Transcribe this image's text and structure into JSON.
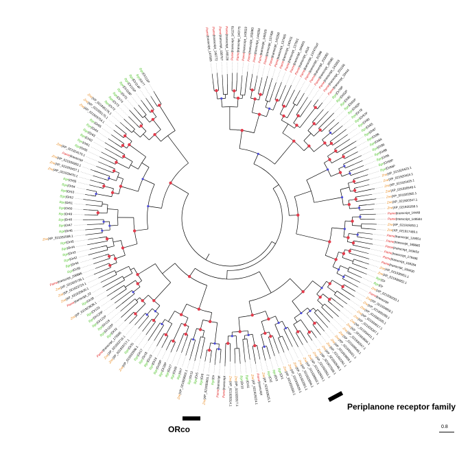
{
  "colors": {
    "pame": "#e02020",
    "zne": "#e8891e",
    "bge": "#5cc83a",
    "other": "#000000",
    "branch": "#000000",
    "node_red": "#e33b4b",
    "node_blue": "#4a4ad8"
  },
  "annotations": {
    "periplanone": "Periplanone receptor family",
    "orco": "ORco"
  },
  "scale": {
    "label": "0.8"
  },
  "tree": {
    "leaves": [
      {
        "sp": "Pame",
        "txt": "|transcript_147565"
      },
      {
        "sp": "Pame",
        "txt": "|transcript_140772"
      },
      {
        "sp": "Pame",
        "txt": "|transcript_158767"
      },
      {
        "sp": "Pame",
        "txt": "|transcript_149128"
      },
      {
        "sp": "Pame",
        "txt": "|transcript_141278"
      },
      {
        "sp": "Pame",
        "txt": "|transcript_140775"
      },
      {
        "sp": "Pame",
        "txt": "|transcript_143622"
      },
      {
        "sp": "Pame",
        "txt": "|transcript_153083"
      },
      {
        "sp": "Pame",
        "txt": "|transcript_144293"
      },
      {
        "sp": "Pame",
        "txt": "|transcript_145029"
      },
      {
        "sp": "Pame",
        "txt": "|transcript_137490"
      },
      {
        "sp": "Pame",
        "txt": "|transcript_143258"
      },
      {
        "sp": "Pame",
        "txt": "|transcript_137455"
      },
      {
        "sp": "Pame",
        "txt": "|transcript_140411"
      },
      {
        "sp": "Pame",
        "txt": "|transcript_137501"
      },
      {
        "sp": "Pame",
        "txt": "|transcript_164831"
      },
      {
        "sp": "Pame",
        "txt": "|transcript_4624"
      },
      {
        "sp": "Pame",
        "txt": "|transcript_137470orf"
      },
      {
        "sp": "Pame",
        "txt": "|transcript_31566"
      },
      {
        "sp": "Pame",
        "txt": "|transcript_203082"
      },
      {
        "sp": "Pame",
        "txt": "|transcript_35580"
      },
      {
        "sp": "Pame",
        "txt": "|transcript_242003"
      },
      {
        "sp": "Pame",
        "txt": "|transcript_201156"
      },
      {
        "sp": "Pame",
        "txt": "|transcript_33444"
      },
      {
        "sp": "Bge",
        "txt": "|Or76P"
      },
      {
        "sp": "Bge",
        "txt": "|Or82P"
      },
      {
        "sp": "Bge",
        "txt": "|Or80"
      },
      {
        "sp": "Bge",
        "txt": "|Or81P"
      },
      {
        "sp": "Bge",
        "txt": "|Or82P"
      },
      {
        "sp": "Bge",
        "txt": "|Or78"
      },
      {
        "sp": "Bge",
        "txt": "|Or97P"
      },
      {
        "sp": "Bge",
        "txt": "|Or90"
      },
      {
        "sp": "Bge",
        "txt": "|Or85"
      },
      {
        "sp": "Bge",
        "txt": "|Or87"
      },
      {
        "sp": "Bge",
        "txt": "|Or86"
      },
      {
        "sp": "Bge",
        "txt": "|Or84"
      },
      {
        "sp": "Bge",
        "txt": "|Or89"
      },
      {
        "sp": "Bge",
        "txt": "|Or88"
      },
      {
        "sp": "Bge",
        "txt": "|Or95"
      },
      {
        "sp": "Bge",
        "txt": "|Or93P"
      },
      {
        "sp": "Bge",
        "txt": "|Or94P"
      },
      {
        "sp": "Zne",
        "txt": "|XP_021920423.1"
      },
      {
        "sp": "Zne",
        "txt": "|XP_021920424.1"
      },
      {
        "sp": "Zne",
        "txt": "|XP_021920425.1"
      },
      {
        "sp": "Zne",
        "txt": "|XP_021920548.1"
      },
      {
        "sp": "Zne",
        "txt": "|XP_021920365.1"
      },
      {
        "sp": "Zne",
        "txt": "|XP_021920347.1"
      },
      {
        "sp": "Zne",
        "txt": "|XP_021920268.1"
      },
      {
        "sp": "Pame",
        "txt": "|transcript_14449"
      },
      {
        "sp": "Pame",
        "txt": "|transcript_148584"
      },
      {
        "sp": "Zne",
        "txt": "|XP_021919253.1"
      },
      {
        "sp": "Zne",
        "txt": "|XP_021917489.1"
      },
      {
        "sp": "Pame",
        "txt": "|transcript_129551"
      },
      {
        "sp": "Pame",
        "txt": "|transcript_169665"
      },
      {
        "sp": "Pame",
        "txt": "|transcript_169653"
      },
      {
        "sp": "Pame",
        "txt": "|transcript_179496"
      },
      {
        "sp": "Pame",
        "txt": "|transcript_168284"
      },
      {
        "sp": "Pame",
        "txt": "|transcript_160430"
      },
      {
        "sp": "Zne",
        "txt": "|XP_021936951.1"
      },
      {
        "sp": "Zne",
        "txt": "|XP_021936952.1"
      },
      {
        "sp": "Bge",
        "txt": "|Or"
      },
      {
        "sp": "Bge",
        "txt": "|Or"
      },
      {
        "sp": "Zne",
        "txt": "|XP_021930233.1"
      },
      {
        "sp": "Pame",
        "txt": "|transcript"
      },
      {
        "sp": "Zne",
        "txt": "|XP_021934958.1"
      },
      {
        "sp": "Zne",
        "txt": "|XP_021930289.1"
      },
      {
        "sp": "Zne",
        "txt": "|XP_021930335.1"
      },
      {
        "sp": "Zne",
        "txt": "|XP_021934617.1"
      },
      {
        "sp": "Zne",
        "txt": "|XP_021929297.1"
      },
      {
        "sp": "Zne",
        "txt": "|XP_021934411.1"
      },
      {
        "sp": "Zne",
        "txt": "|XP_021933694.1"
      },
      {
        "sp": "Zne",
        "txt": "|XP_021930347.1"
      },
      {
        "sp": "Zne",
        "txt": "|XP_021939548.1"
      },
      {
        "sp": "Zne",
        "txt": "|XP_021935021.1"
      },
      {
        "sp": "Zne",
        "txt": "|XP_021933909.1"
      },
      {
        "sp": "Zne",
        "txt": "|XP_021932261.1"
      },
      {
        "sp": "Zne",
        "txt": "|XP_021933548.1"
      },
      {
        "sp": "Zne",
        "txt": "|XP_021937509.1"
      },
      {
        "sp": "Zne",
        "txt": "|XP_021933551.1"
      },
      {
        "sp": "Zne",
        "txt": "|XP_021933554.1"
      },
      {
        "sp": "Zne",
        "txt": "|XP_021936503.1"
      },
      {
        "sp": "Zne",
        "txt": "|XP_021933556.1"
      },
      {
        "sp": "Zne",
        "txt": "|XP_021933561.1"
      },
      {
        "sp": "Zne",
        "txt": "|XP_021933529.1"
      },
      {
        "sp": "Zne",
        "txt": "|XP_021920393.1"
      },
      {
        "sp": "Bge",
        "txt": "|Or1"
      },
      {
        "sp": "Bge",
        "txt": "|Or3"
      },
      {
        "sp": "Bge",
        "txt": "|Or2"
      },
      {
        "sp": "Zne",
        "txt": "|XP_021933625.1"
      },
      {
        "sp": "Pame",
        "txt": "|transcript"
      },
      {
        "sp": "Zne",
        "txt": "|XP_021919224.1"
      },
      {
        "sp": "Bge",
        "txt": "|Or11"
      },
      {
        "sp": "Bge",
        "txt": "|Or10"
      },
      {
        "sp": "Zne",
        "txt": "|XP_021928317.1"
      },
      {
        "sp": "Zne",
        "txt": "|XP_021926314.1"
      },
      {
        "sp": "Pame",
        "txt": "|transcript"
      },
      {
        "sp": "Pame",
        "txt": "|transcript"
      },
      {
        "sp": "Bge",
        "txt": "|Or"
      },
      {
        "sp": "Zne",
        "txt": "|XP_021935601.1"
      },
      {
        "sp": "Bge",
        "txt": "|Or8"
      },
      {
        "sp": "Bge",
        "txt": "|Or5"
      },
      {
        "sp": "Bge",
        "txt": "|Or13"
      },
      {
        "sp": "Zne",
        "txt": "|XP_021929002.1"
      },
      {
        "sp": "Bge",
        "txt": "|Or7"
      },
      {
        "sp": "Bge",
        "txt": "|Or26"
      },
      {
        "sp": "Bge",
        "txt": "|Or27"
      },
      {
        "sp": "Bge",
        "txt": "|Or28P"
      },
      {
        "sp": "Bge",
        "txt": "|Or29P"
      },
      {
        "sp": "Bge",
        "txt": "|Or24"
      },
      {
        "sp": "Bge",
        "txt": "|Or19"
      },
      {
        "sp": "Bge",
        "txt": "|Or18"
      },
      {
        "sp": "Bge",
        "txt": "|Or17"
      },
      {
        "sp": "Zne",
        "txt": "|XP_021933596.1"
      },
      {
        "sp": "Bge",
        "txt": "|Or31"
      },
      {
        "sp": "Zne",
        "txt": "|XP_021933717.1"
      },
      {
        "sp": "Zne",
        "txt": "|XP_021933716.1"
      },
      {
        "sp": "Pame",
        "txt": "|transcript_173586"
      },
      {
        "sp": "Bge",
        "txt": "|Or32"
      },
      {
        "sp": "Bge",
        "txt": "|Or122P"
      },
      {
        "sp": "Bge",
        "txt": "|Or119"
      },
      {
        "sp": "Bge",
        "txt": "|Or121P"
      },
      {
        "sp": "Bge",
        "txt": "|Or120P"
      },
      {
        "sp": "Bge",
        "txt": "|Or123"
      },
      {
        "sp": "Zne",
        "txt": "|XP_021923636.1"
      },
      {
        "sp": "Bge",
        "txt": "|Or38"
      },
      {
        "sp": "Pame",
        "txt": "|transcript_02"
      },
      {
        "sp": "Zne",
        "txt": "|XP_021925620.1"
      },
      {
        "sp": "Zne",
        "txt": "|XP_021923724.1"
      },
      {
        "sp": "Zne",
        "txt": "|XP_021923726.1"
      },
      {
        "sp": "Pame",
        "txt": "|transcript_296885"
      },
      {
        "sp": "Bge",
        "txt": "|Or39"
      },
      {
        "sp": "Bge",
        "txt": "|Or40"
      },
      {
        "sp": "Bge",
        "txt": "|Or42"
      },
      {
        "sp": "Bge",
        "txt": "|Or43"
      },
      {
        "sp": "Bge",
        "txt": "|Or44"
      },
      {
        "sp": "Bge",
        "txt": "|Or45"
      },
      {
        "sp": "Zne",
        "txt": "|XP_021932568.1"
      },
      {
        "sp": "Bge",
        "txt": "|Or46"
      },
      {
        "sp": "Bge",
        "txt": "|Or47"
      },
      {
        "sp": "Bge",
        "txt": "|Or48"
      },
      {
        "sp": "Bge",
        "txt": "|Or49"
      },
      {
        "sp": "Bge",
        "txt": "|Or50"
      },
      {
        "sp": "Bge",
        "txt": "|Or51"
      },
      {
        "sp": "Bge",
        "txt": "|Or52"
      },
      {
        "sp": "Bge",
        "txt": "|Or53"
      },
      {
        "sp": "Bge",
        "txt": "|Or54"
      },
      {
        "sp": "Bge",
        "txt": "|Or55"
      },
      {
        "sp": "Zne",
        "txt": "|XP_021933470.1"
      },
      {
        "sp": "Zne",
        "txt": "|XP_021933437.1"
      },
      {
        "sp": "Zne",
        "txt": "|XP_021933363.1"
      },
      {
        "sp": "Pame",
        "txt": "|transcript"
      },
      {
        "sp": "Zne",
        "txt": "|XP_021924170.1"
      },
      {
        "sp": "Bge",
        "txt": "|Or60"
      },
      {
        "sp": "Bge",
        "txt": "|Or61"
      },
      {
        "sp": "Bge",
        "txt": "|Or62"
      },
      {
        "sp": "Bge",
        "txt": "|Or63"
      },
      {
        "sp": "Bge",
        "txt": "|Or64"
      },
      {
        "sp": "Bge",
        "txt": "|Or65"
      },
      {
        "sp": "Zne",
        "txt": "|XP_021929754.1"
      },
      {
        "sp": "Zne",
        "txt": "|XP_021935175.1"
      },
      {
        "sp": "Zne",
        "txt": "|XP_021935176.1"
      },
      {
        "sp": "Bge",
        "txt": "|Or72"
      },
      {
        "sp": "Bge",
        "txt": "|Or73"
      },
      {
        "sp": "Bge",
        "txt": "|Or74"
      },
      {
        "sp": "Bge",
        "txt": "|Or75"
      },
      {
        "sp": "Bge",
        "txt": "|Or116P"
      },
      {
        "sp": "Bge",
        "txt": "|Or115P"
      },
      {
        "sp": "Bge",
        "txt": "|Or114P"
      },
      {
        "sp": "Bge",
        "txt": "|Or77"
      },
      {
        "sp": "Bge",
        "txt": "|Or113P"
      }
    ]
  }
}
